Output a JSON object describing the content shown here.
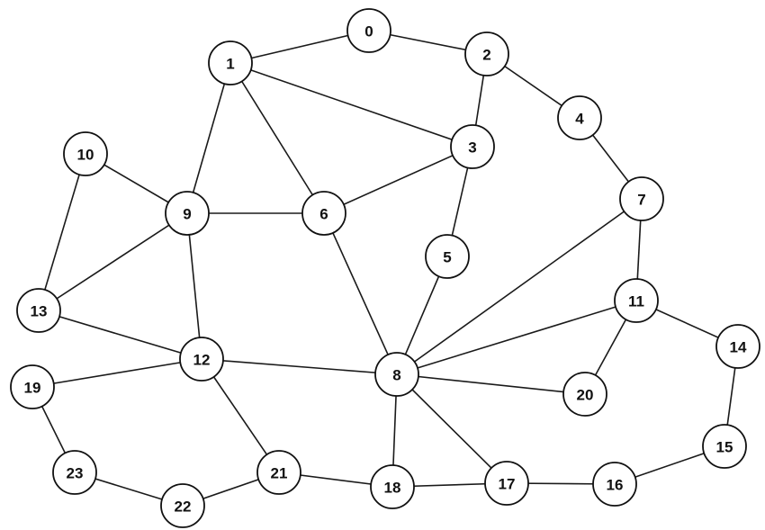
{
  "graph": {
    "nodes": [
      "0",
      "1",
      "2",
      "3",
      "4",
      "5",
      "6",
      "7",
      "8",
      "9",
      "10",
      "11",
      "12",
      "13",
      "14",
      "15",
      "16",
      "17",
      "18",
      "19",
      "20",
      "21",
      "22",
      "23"
    ],
    "edges": [
      [
        "0",
        "1"
      ],
      [
        "0",
        "2"
      ],
      [
        "1",
        "3"
      ],
      [
        "1",
        "6"
      ],
      [
        "1",
        "9"
      ],
      [
        "2",
        "3"
      ],
      [
        "2",
        "4"
      ],
      [
        "4",
        "7"
      ],
      [
        "3",
        "6"
      ],
      [
        "3",
        "5"
      ],
      [
        "9",
        "6"
      ],
      [
        "9",
        "10"
      ],
      [
        "10",
        "13"
      ],
      [
        "9",
        "13"
      ],
      [
        "9",
        "12"
      ],
      [
        "13",
        "12"
      ],
      [
        "6",
        "8"
      ],
      [
        "5",
        "8"
      ],
      [
        "7",
        "8"
      ],
      [
        "7",
        "11"
      ],
      [
        "11",
        "8"
      ],
      [
        "11",
        "20"
      ],
      [
        "11",
        "14"
      ],
      [
        "14",
        "15"
      ],
      [
        "15",
        "16"
      ],
      [
        "16",
        "17"
      ],
      [
        "8",
        "20"
      ],
      [
        "12",
        "8"
      ],
      [
        "19",
        "12"
      ],
      [
        "19",
        "23"
      ],
      [
        "23",
        "22"
      ],
      [
        "22",
        "21"
      ],
      [
        "21",
        "12"
      ],
      [
        "21",
        "18"
      ],
      [
        "8",
        "18"
      ],
      [
        "8",
        "17"
      ],
      [
        "18",
        "17"
      ]
    ],
    "colors": {
      "stroke": "#111111",
      "fill": "#ffffff",
      "background": "#ffffff"
    }
  }
}
